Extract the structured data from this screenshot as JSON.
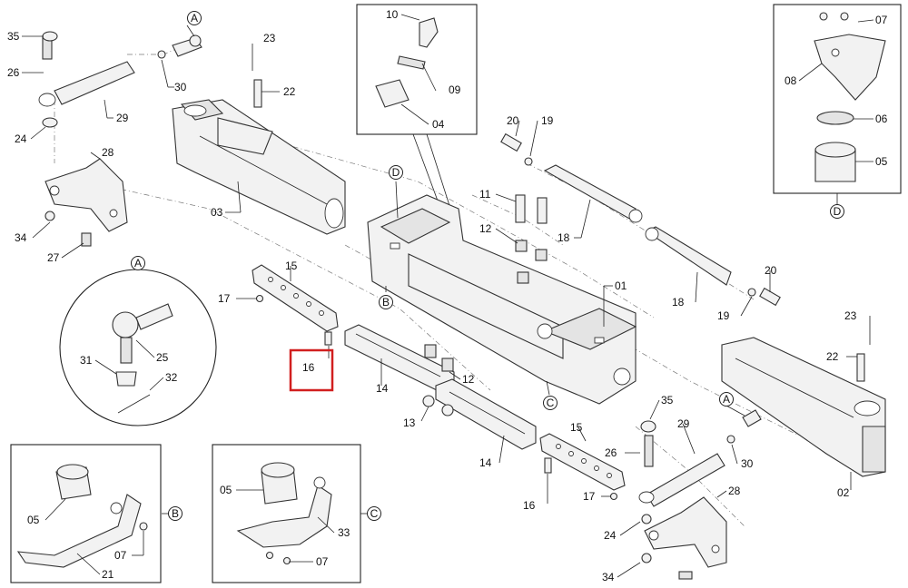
{
  "diagram": {
    "callouts": [
      {
        "id": "c35a",
        "text": "35"
      },
      {
        "id": "c26a",
        "text": "26"
      },
      {
        "id": "c24a",
        "text": "24"
      },
      {
        "id": "c30a",
        "text": "30"
      },
      {
        "id": "c29a",
        "text": "29"
      },
      {
        "id": "c28a",
        "text": "28"
      },
      {
        "id": "c34a",
        "text": "34"
      },
      {
        "id": "c27a",
        "text": "27"
      },
      {
        "id": "c23a",
        "text": "23"
      },
      {
        "id": "c22a",
        "text": "22"
      },
      {
        "id": "c03",
        "text": "03"
      },
      {
        "id": "c10",
        "text": "10"
      },
      {
        "id": "c09",
        "text": "09"
      },
      {
        "id": "c04",
        "text": "04"
      },
      {
        "id": "c20a",
        "text": "20"
      },
      {
        "id": "c19a",
        "text": "19"
      },
      {
        "id": "c11",
        "text": "11"
      },
      {
        "id": "c12a",
        "text": "12"
      },
      {
        "id": "c18a",
        "text": "18"
      },
      {
        "id": "c18b",
        "text": "18"
      },
      {
        "id": "c20b",
        "text": "20"
      },
      {
        "id": "c19b",
        "text": "19"
      },
      {
        "id": "c07a",
        "text": "07"
      },
      {
        "id": "c08",
        "text": "08"
      },
      {
        "id": "c06",
        "text": "06"
      },
      {
        "id": "c05a",
        "text": "05"
      },
      {
        "id": "c15a",
        "text": "15"
      },
      {
        "id": "c17a",
        "text": "17"
      },
      {
        "id": "c16a",
        "text": "16"
      },
      {
        "id": "c01",
        "text": "01"
      },
      {
        "id": "c14a",
        "text": "14"
      },
      {
        "id": "c12b",
        "text": "12"
      },
      {
        "id": "c13",
        "text": "13"
      },
      {
        "id": "c14b",
        "text": "14"
      },
      {
        "id": "c31",
        "text": "31"
      },
      {
        "id": "c25",
        "text": "25"
      },
      {
        "id": "c32",
        "text": "32"
      },
      {
        "id": "c23b",
        "text": "23"
      },
      {
        "id": "c22b",
        "text": "22"
      },
      {
        "id": "c02",
        "text": "02"
      },
      {
        "id": "c35b",
        "text": "35"
      },
      {
        "id": "c29b",
        "text": "29"
      },
      {
        "id": "c26b",
        "text": "26"
      },
      {
        "id": "c30b",
        "text": "30"
      },
      {
        "id": "c15b",
        "text": "15"
      },
      {
        "id": "c16b",
        "text": "16"
      },
      {
        "id": "c17b",
        "text": "17"
      },
      {
        "id": "c28b",
        "text": "28"
      },
      {
        "id": "c24b",
        "text": "24"
      },
      {
        "id": "c34b",
        "text": "34"
      },
      {
        "id": "c05b",
        "text": "05"
      },
      {
        "id": "c07b",
        "text": "07"
      },
      {
        "id": "c21",
        "text": "21"
      },
      {
        "id": "c05c",
        "text": "05"
      },
      {
        "id": "c33",
        "text": "33"
      },
      {
        "id": "c07c",
        "text": "07"
      }
    ],
    "detail_markers": [
      {
        "id": "mA1",
        "text": "A"
      },
      {
        "id": "mA2",
        "text": "A"
      },
      {
        "id": "mA3",
        "text": "A"
      },
      {
        "id": "mB1",
        "text": "B"
      },
      {
        "id": "mB2",
        "text": "B"
      },
      {
        "id": "mC1",
        "text": "C"
      },
      {
        "id": "mC2",
        "text": "C"
      },
      {
        "id": "mD1",
        "text": "D"
      },
      {
        "id": "mD2",
        "text": "D"
      }
    ],
    "highlight": {
      "label": "16",
      "color": "#d11f1f"
    }
  }
}
